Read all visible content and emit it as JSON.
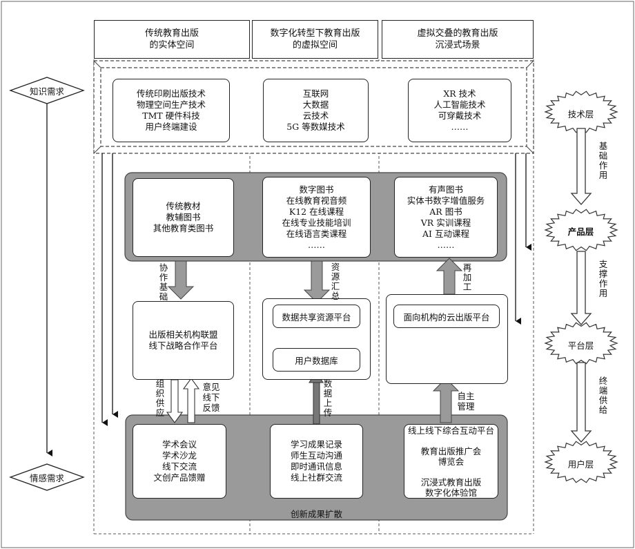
{
  "headers": [
    "传统教育出版\n的实体空间",
    "数字化转型下教育出版\n的虚拟空间",
    "虚拟交叠的教育出版\n沉浸式场景"
  ],
  "left_nodes": {
    "top": "知识需求",
    "bottom": "情感需求"
  },
  "tech_boxes": [
    "传统印刷出版技术\n物理空间生产技术\nTMT 硬件科技\n用户终端建设",
    "互联网\n大数据\n云技术\n5G 等数媒技术",
    "XR 技术\n人工智能技术\n可穿戴技术\n……"
  ],
  "product_boxes": [
    "传统教材\n教辅图书\n其他教育类图书",
    "数字图书\n在线教育视音频\nK12 在线课程\n在线专业技能培训\n在线语言类课程\n……",
    "有声图书\n实体书数字增值服务\nAR 图书\nVR 实训课程\nAI 互动课程\n……"
  ],
  "platform": {
    "left": "出版相关机构联盟\n线下战略合作平台",
    "middle_top": "数据共享资源平台",
    "middle_bottom": "用户数据库",
    "right": "面向机构的云出版平台"
  },
  "user_boxes": [
    "学术会议\n学术沙龙\n线下交流\n文创产品馈赠",
    "学习成果记录\n师生互动沟通\n即时通讯信息\n线上社群交流",
    "线上线下综合互动平台\n\n教育出版推广会\n博览会\n\n沉浸式教育出版\n数字化体验馆"
  ],
  "flow_labels": {
    "cooperation": "协\n作\n基\n础",
    "resource": "资\n源\n汇\n总",
    "reprocess": "再\n加\n工",
    "organize": "组\n织\n供\n应",
    "feedback": "意见\n线下\n反馈",
    "upload": "数\n据\n上\n传",
    "self_manage": "自主\n管理",
    "diffusion": "创新成果扩散"
  },
  "layers": [
    "技术层",
    "产品层",
    "平台层",
    "用户层"
  ],
  "layer_arrows": [
    "基\n础\n作\n用",
    "支\n撑\n作\n用",
    "终\n端\n供\n给"
  ]
}
